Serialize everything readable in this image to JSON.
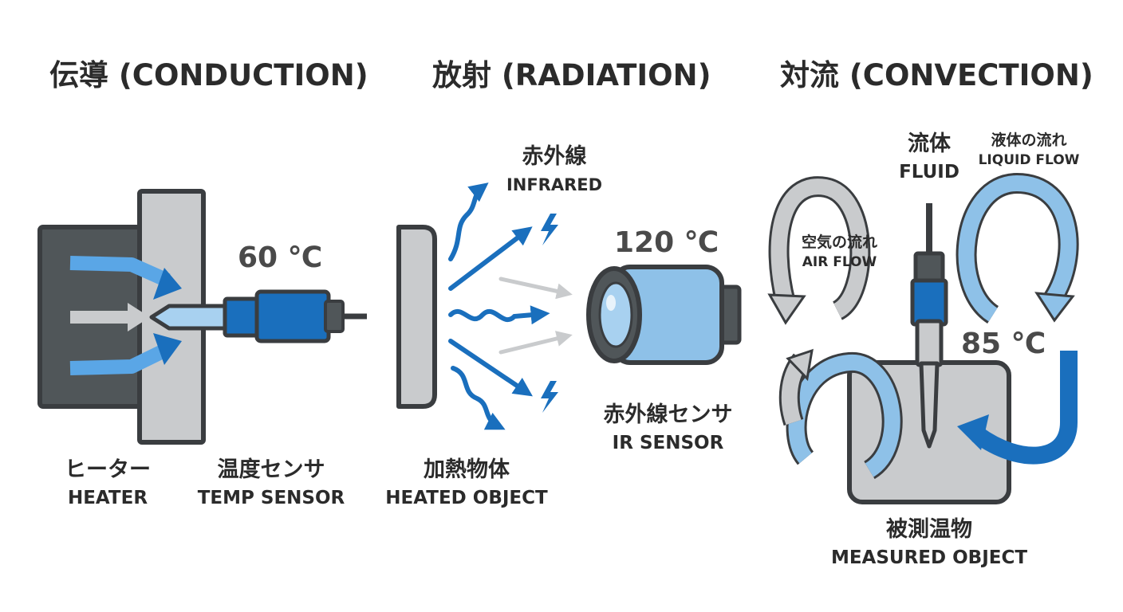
{
  "panels": [
    {
      "title": "伝導 (CONDUCTION)",
      "temperature": "60 ℃",
      "labels": {
        "heater_jp": "ヒーター",
        "heater_en": "HEATER",
        "sensor_jp": "温度センサ",
        "sensor_en": "TEMP SENSOR"
      }
    },
    {
      "title": "放射 (RADIATION)",
      "temperature": "120 ℃",
      "labels": {
        "infrared_jp": "赤外線",
        "infrared_en": "INFRARED",
        "object_jp": "加熱物体",
        "object_en": "HEATED OBJECT",
        "sensor_jp": "赤外線センサ",
        "sensor_en": "IR SENSOR"
      }
    },
    {
      "title": "対流 (CONVECTION)",
      "temperature": "85 ℃",
      "labels": {
        "fluid_jp": "流体",
        "fluid_en": "FLUID",
        "liquid_jp": "液体の流れ",
        "liquid_en": "LIQUID FLOW",
        "air_jp": "空気の流れ",
        "air_en": "AIR FLOW",
        "object_jp": "被測温物",
        "object_en": "MEASURED OBJECT"
      }
    }
  ],
  "colors": {
    "dark_gray": "#505659",
    "outline": "#3a3d40",
    "light_gray": "#c9cbcd",
    "blue": "#1a6fbd",
    "light_blue": "#8ec1e8",
    "arrow_gray": "#bfc2c4"
  },
  "icons": [
    "heater-icon",
    "temp-sensor-icon",
    "heated-object-icon",
    "infrared-wave-icon",
    "ir-sensor-icon",
    "fluid-probe-icon",
    "air-flow-arrow-icon",
    "liquid-flow-arrow-icon",
    "measured-object-icon"
  ]
}
